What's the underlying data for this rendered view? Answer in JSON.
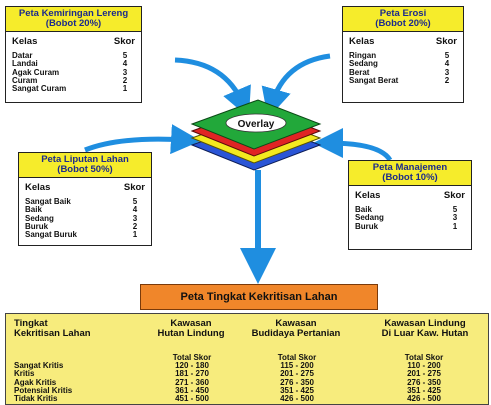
{
  "cards": {
    "kemiringan": {
      "title": "Peta Kemiringan Lereng",
      "weight": "(Bobot 20%)",
      "col_kelas": "Kelas",
      "col_skor": "Skor",
      "rows": [
        {
          "kelas": "Datar",
          "skor": "5"
        },
        {
          "kelas": "Landai",
          "skor": "4"
        },
        {
          "kelas": "Agak Curam",
          "skor": "3"
        },
        {
          "kelas": "Curam",
          "skor": "2"
        },
        {
          "kelas": "Sangat Curam",
          "skor": "1"
        }
      ]
    },
    "erosi": {
      "title": "Peta Erosi",
      "weight": "(Bobot 20%)",
      "col_kelas": "Kelas",
      "col_skor": "Skor",
      "rows": [
        {
          "kelas": "Ringan",
          "skor": "5"
        },
        {
          "kelas": "Sedang",
          "skor": "4"
        },
        {
          "kelas": "Berat",
          "skor": "3"
        },
        {
          "kelas": "Sangat Berat",
          "skor": "2"
        }
      ]
    },
    "liputan": {
      "title": "Peta Liputan Lahan",
      "weight": "(Bobot 50%)",
      "col_kelas": "Kelas",
      "col_skor": "Skor",
      "rows": [
        {
          "kelas": "Sangat Baik",
          "skor": "5"
        },
        {
          "kelas": "Baik",
          "skor": "4"
        },
        {
          "kelas": "Sedang",
          "skor": "3"
        },
        {
          "kelas": "Buruk",
          "skor": "2"
        },
        {
          "kelas": "Sangat Buruk",
          "skor": "1"
        }
      ]
    },
    "manajemen": {
      "title": "Peta Manajemen",
      "weight": "(Bobot 10%)",
      "col_kelas": "Kelas",
      "col_skor": "Skor",
      "rows": [
        {
          "kelas": "Baik",
          "skor": "5"
        },
        {
          "kelas": "Sedang",
          "skor": "3"
        },
        {
          "kelas": "Buruk",
          "skor": "1"
        }
      ]
    }
  },
  "overlay": {
    "label": "Overlay"
  },
  "result": {
    "title": "Peta Tingkat Kekritisan Lahan"
  },
  "table": {
    "h1a": "Tingkat",
    "h1b": "Kekritisan Lahan",
    "h2a": "Kawasan",
    "h2b": "Hutan Lindung",
    "h3a": "Kawasan",
    "h3b": "Budidaya Pertanian",
    "h4a": "Kawasan Lindung",
    "h4b": "Di Luar Kaw. Hutan",
    "total_skor": "Total Skor",
    "levels": [
      "Sangat Kritis",
      "Kritis",
      "Agak Kritis",
      "Potensial Kritis",
      "Tidak Kritis"
    ],
    "hutan": [
      "120 - 180",
      "181 - 270",
      "271 - 360",
      "361 - 450",
      "451 - 500"
    ],
    "budidaya": [
      "115 - 200",
      "201 - 275",
      "276 - 350",
      "351 - 425",
      "426 - 500"
    ],
    "luar": [
      "110 - 200",
      "201 - 275",
      "276 - 350",
      "351 - 425",
      "426 - 500"
    ]
  },
  "colors": {
    "card_head": "#f6ec2b",
    "card_title": "#1b2a8c",
    "arrow": "#1f8ee0",
    "result_box": "#f0862a",
    "table_bg": "#f7ec7d",
    "layer_green": "#22a83a",
    "layer_red": "#e02424",
    "layer_yellow": "#f3e91f",
    "layer_blue": "#2a55d6"
  }
}
